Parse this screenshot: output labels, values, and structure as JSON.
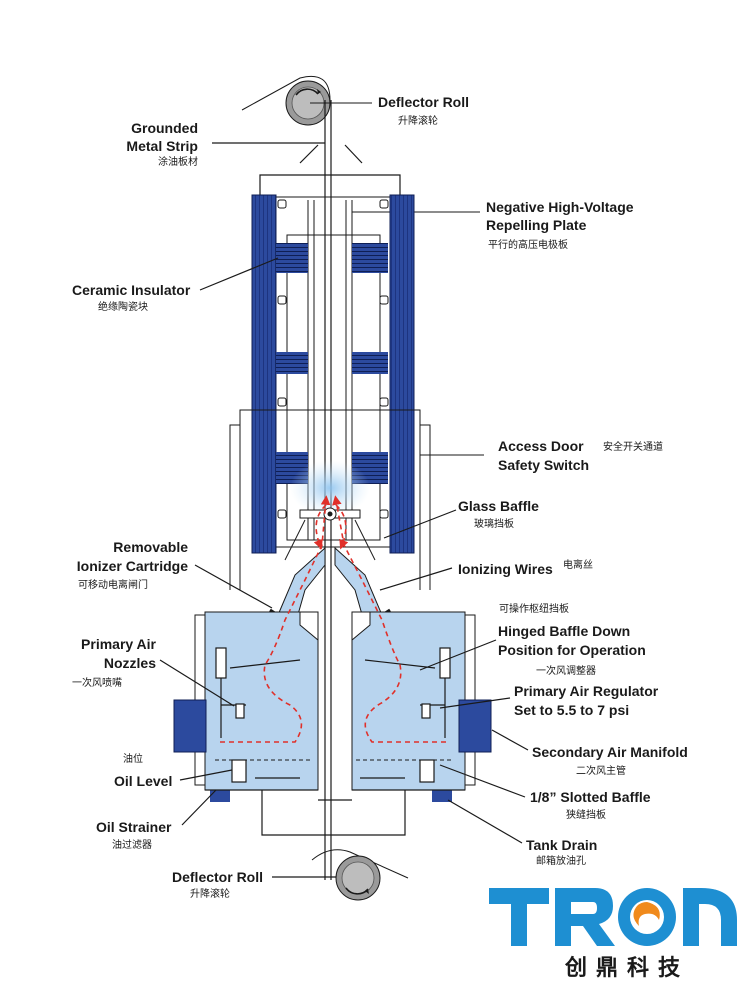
{
  "labels": {
    "deflector_roll_top": {
      "en": "Deflector Roll",
      "cn": "升降滚轮"
    },
    "grounded_strip": {
      "en1": "Grounded",
      "en2": "Metal Strip",
      "cn": "涂油板材"
    },
    "repelling_plate": {
      "en1": "Negative High-Voltage",
      "en2": "Repelling Plate",
      "cn": "平行的高压电极板"
    },
    "ceramic_insulator": {
      "en": "Ceramic Insulator",
      "cn": "绝缘陶瓷块"
    },
    "access_door": {
      "en1": "Access Door",
      "en2": "Safety Switch",
      "cn": "安全开关通道"
    },
    "glass_baffle": {
      "en": "Glass Baffle",
      "cn": "玻璃挡板"
    },
    "ionizer_cartridge": {
      "en1": "Removable",
      "en2": "Ionizer Cartridge",
      "cn": "可移动电离闸门"
    },
    "ionizing_wires": {
      "en": "Ionizing Wires",
      "cn": "电离丝"
    },
    "hinged_baffle": {
      "cn_top": "可操作枢纽挡板",
      "en1": "Hinged Baffle Down",
      "en2": "Position for Operation"
    },
    "primary_air_nozzles": {
      "en1": "Primary Air",
      "en2": "Nozzles",
      "cn": "一次风喷嘴"
    },
    "primary_air_regulator": {
      "cn_top": "一次风调整器",
      "en1": "Primary Air Regulator",
      "en2": "Set to 5.5 to 7 psi"
    },
    "secondary_manifold": {
      "en": "Secondary Air Manifold",
      "cn": "二次风主管"
    },
    "oil_level": {
      "cn": "油位",
      "en": "Oil Level"
    },
    "slotted_baffle": {
      "en": "1/8” Slotted Baffle",
      "cn": "狭缝挡板"
    },
    "oil_strainer": {
      "en": "Oil Strainer",
      "cn": "油过滤器"
    },
    "tank_drain": {
      "en": "Tank Drain",
      "cn": "邮箱放油孔"
    },
    "deflector_roll_bottom": {
      "en": "Deflector Roll",
      "cn": "升降滚轮"
    }
  },
  "brand": {
    "name": "TRON",
    "cn": "创鼎科技",
    "color_blue": "#1e8fd2",
    "color_orange": "#f08a1c"
  },
  "colors": {
    "panel_blue": "#2c4a9e",
    "tank_fill": "#b8d4ee",
    "arrow_red": "#e0302a",
    "line": "#1a1a1a"
  }
}
